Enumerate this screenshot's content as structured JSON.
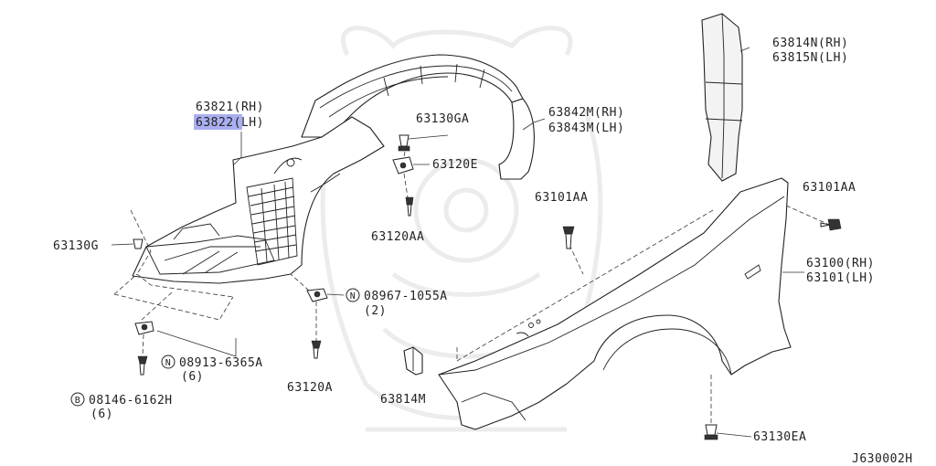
{
  "labels": {
    "p63821": "63821(RH)",
    "p63822": "63822(LH)",
    "p63842m": "63842M(RH)",
    "p63843m": "63843M(LH)",
    "p63130ga": "63130GA",
    "p63120e": "63120E",
    "p63120aa": "63120AA",
    "p63130g": "63130G",
    "p08967": "08967-1055A",
    "q08967": "(2)",
    "p08913": "08913-6365A",
    "q08913": "(6)",
    "p08146": "08146-6162H",
    "q08146": "(6)",
    "p63120a": "63120A",
    "p63814m": "63814M",
    "p63814n": "63814N(RH)",
    "p63815n": "63815N(LH)",
    "p63101aa_top": "63101AA",
    "p63101aa_right": "63101AA",
    "p63100": "63100(RH)",
    "p63101": "63101(LH)",
    "p63130ea": "63130EA",
    "diagram_id": "J630002H"
  },
  "symbols": {
    "n1": "N",
    "n2": "N",
    "b1": "B"
  },
  "colors": {
    "highlight": "#a9aff0",
    "line": "#222222"
  }
}
